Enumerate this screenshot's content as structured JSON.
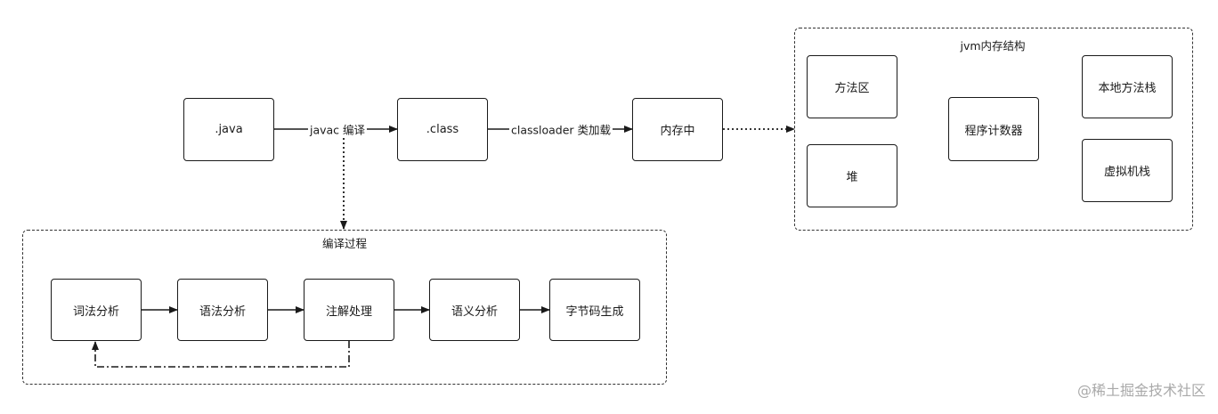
{
  "diagram": {
    "nodes": {
      "java": ".java",
      "class": ".class",
      "memory": "内存中"
    },
    "edges": {
      "compile": "javac 编译",
      "load": "classloader 类加载"
    },
    "compile_process": {
      "title": "编译过程",
      "steps": [
        "词法分析",
        "语法分析",
        "注解处理",
        "语义分析",
        "字节码生成"
      ]
    },
    "jvm_memory": {
      "title": "jvm内存结构",
      "areas": {
        "method_area": "方法区",
        "heap": "堆",
        "program_counter": "程序计数器",
        "native_method_stack": "本地方法栈",
        "vm_stack": "虚拟机栈"
      }
    }
  },
  "watermark": "@稀土掘金技术社区",
  "colors": {
    "stroke": "#1a1a1a",
    "background": "#ffffff",
    "watermark": "#a9a9a9"
  }
}
